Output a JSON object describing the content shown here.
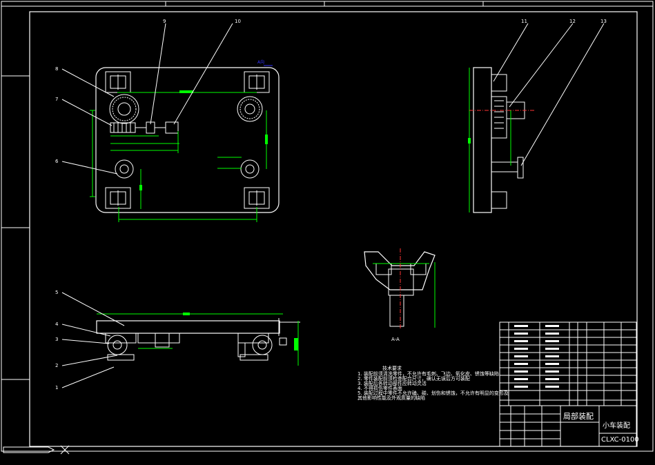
{
  "drawing": {
    "technical_requirements_title": "技术要求",
    "technical_requirements": [
      "1. 装配前须清洗零件，不允许有毛刺、飞边、氧化皮、锈蚀等缺陷",
      "2. 零件装配前须检查配合尺寸，确认无误后方可装配",
      "3. 装配后各转动部件应转动灵活",
      "4. 不得损伤零件表面",
      "5. 装配过程中零件不允许磕、碰、划伤和锈蚀，不允许有明显的变形及",
      "   其他影响性能及外观质量的缺陷"
    ],
    "balloons_left": [
      "8",
      "7",
      "6",
      "5",
      "4",
      "3",
      "2",
      "1"
    ],
    "balloons_top": [
      "9",
      "10"
    ],
    "balloons_side": [
      "11",
      "12",
      "13"
    ],
    "section_label": "A-A",
    "title_block": {
      "part_title": "局部装配",
      "product_name": "小车装配",
      "drawing_no": "CLXC-0100"
    }
  },
  "colors": {
    "background": "#000000",
    "lines": "#ffffff",
    "dimensions": "#00ff00",
    "annotation": "#0000ff",
    "center_lines": "#ff3333"
  }
}
